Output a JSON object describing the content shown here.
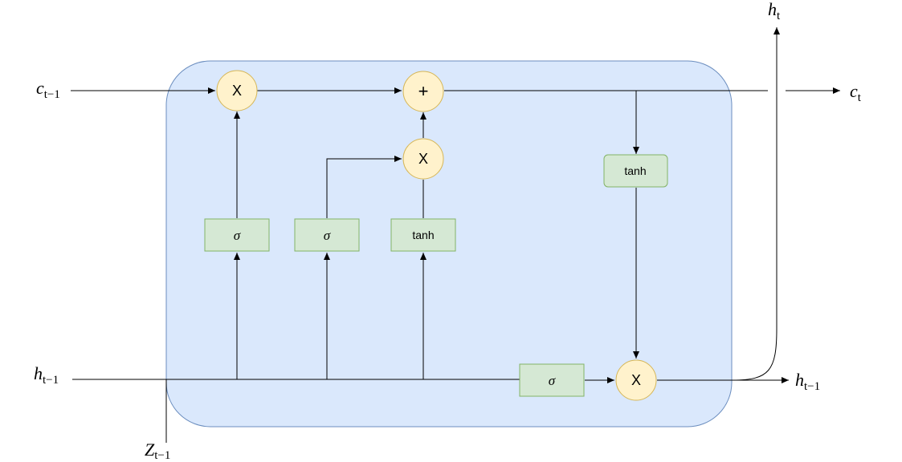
{
  "labels": {
    "c_prev": {
      "main": "c",
      "sub": "t−1"
    },
    "c_next": {
      "main": "c",
      "sub": "t"
    },
    "h_out_top": {
      "main": "h",
      "sub": "t"
    },
    "h_prev_in": {
      "main": "h",
      "sub": "t−1"
    },
    "h_prev_out": {
      "main": "h",
      "sub": "t−1"
    },
    "z_prev": {
      "main": "Z",
      "sub": "t−1"
    }
  },
  "operators": {
    "forget_mul": "X",
    "cell_add": "+",
    "input_mul": "X",
    "output_mul": "X"
  },
  "gates": {
    "forget_gate": "σ",
    "input_gate": "σ",
    "candidate": "tanh",
    "output_gate": "σ",
    "cell_tanh": "tanh"
  },
  "colors": {
    "cell_fill": "#dae8fc",
    "cell_stroke": "#6c8ebf",
    "op_fill": "#fff2cc",
    "op_stroke": "#d6b656",
    "gate_fill": "#d5e8d4",
    "gate_stroke": "#82b366"
  }
}
